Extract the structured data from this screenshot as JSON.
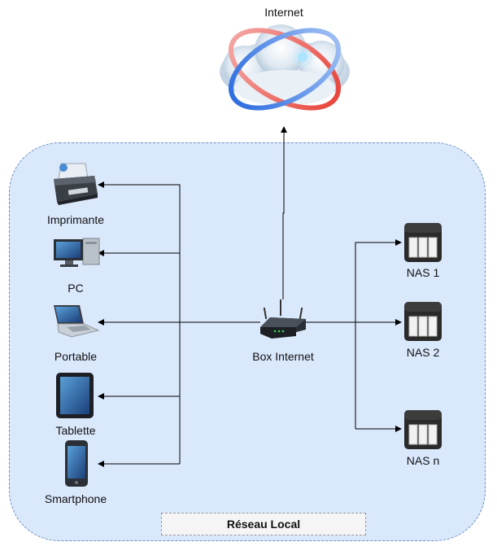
{
  "region": {
    "title": "Réseau Local"
  },
  "internet": {
    "label": "Internet",
    "icon": "internet-cloud-icon"
  },
  "router": {
    "label": "Box Internet",
    "icon": "router-icon"
  },
  "devices": [
    {
      "label": "Imprimante",
      "icon": "printer-icon"
    },
    {
      "label": "PC",
      "icon": "desktop-pc-icon"
    },
    {
      "label": "Portable",
      "icon": "laptop-icon"
    },
    {
      "label": "Tablette",
      "icon": "tablet-icon"
    },
    {
      "label": "Smartphone",
      "icon": "smartphone-icon"
    }
  ],
  "storage": [
    {
      "label": "NAS 1",
      "icon": "nas-icon"
    },
    {
      "label": "NAS 2",
      "icon": "nas-icon"
    },
    {
      "label": "NAS n",
      "icon": "nas-icon"
    }
  ],
  "colors": {
    "region_fill": "#dae8fc",
    "region_border": "#6c8ebf",
    "title_fill": "#f5f5f5",
    "edge": "#000000"
  }
}
